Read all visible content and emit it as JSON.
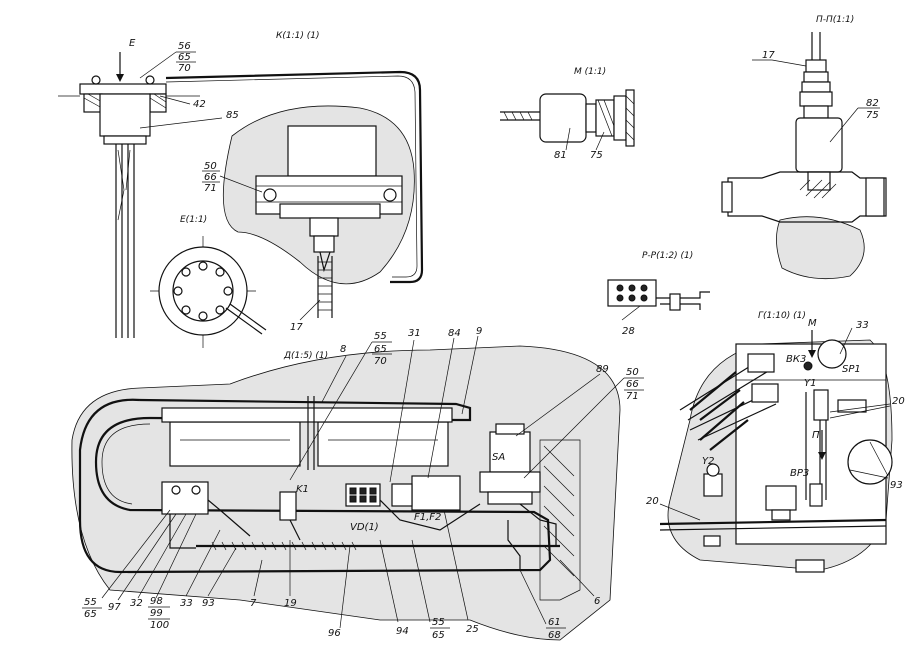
{
  "views": {
    "k": "К(1:1) (1)",
    "m": "М (1:1)",
    "p": "П-П(1:1)",
    "e": "Е(1:1)",
    "d": "Д(1:5) (1)",
    "r": "Р-Р(1:2) (1)",
    "g": "Г(1:10) (1)"
  },
  "arrows": {
    "e": "Е",
    "m": "М",
    "p": "П"
  },
  "labels": {
    "n56": "56",
    "n65a": "65",
    "n70a": "70",
    "n42": "42",
    "n85": "85",
    "n50a": "50",
    "n66a": "66",
    "n71a": "71",
    "n17a": "17",
    "n81": "81",
    "n75a": "75",
    "n17b": "17",
    "n82": "82",
    "n75b": "75",
    "n28": "28",
    "n33a": "33",
    "n20a": "20",
    "n20b": "20",
    "n93a": "93",
    "n8": "8",
    "n55a": "55",
    "n65b": "65",
    "n70b": "70",
    "n31": "31",
    "n84": "84",
    "n9": "9",
    "n89": "89",
    "n50b": "50",
    "n66b": "66",
    "n71b": "71",
    "n55b": "55",
    "n65c": "65",
    "n97": "97",
    "n32": "32",
    "n98": "98",
    "n99": "99",
    "n100": "100",
    "n33b": "33",
    "n93b": "93",
    "n7": "7",
    "n19": "19",
    "n96": "96",
    "n94": "94",
    "n55c": "55",
    "n65d": "65",
    "n25": "25",
    "n61": "61",
    "n68": "68",
    "n6": "6"
  },
  "components": {
    "sa": "SA",
    "k1": "K1",
    "f1f2": "F1,F2",
    "vd1": "VD(1)",
    "vk3": "ВК3",
    "sp1": "SP1",
    "y1": "Y1",
    "y2": "Y2",
    "vp3": "ВР3"
  }
}
